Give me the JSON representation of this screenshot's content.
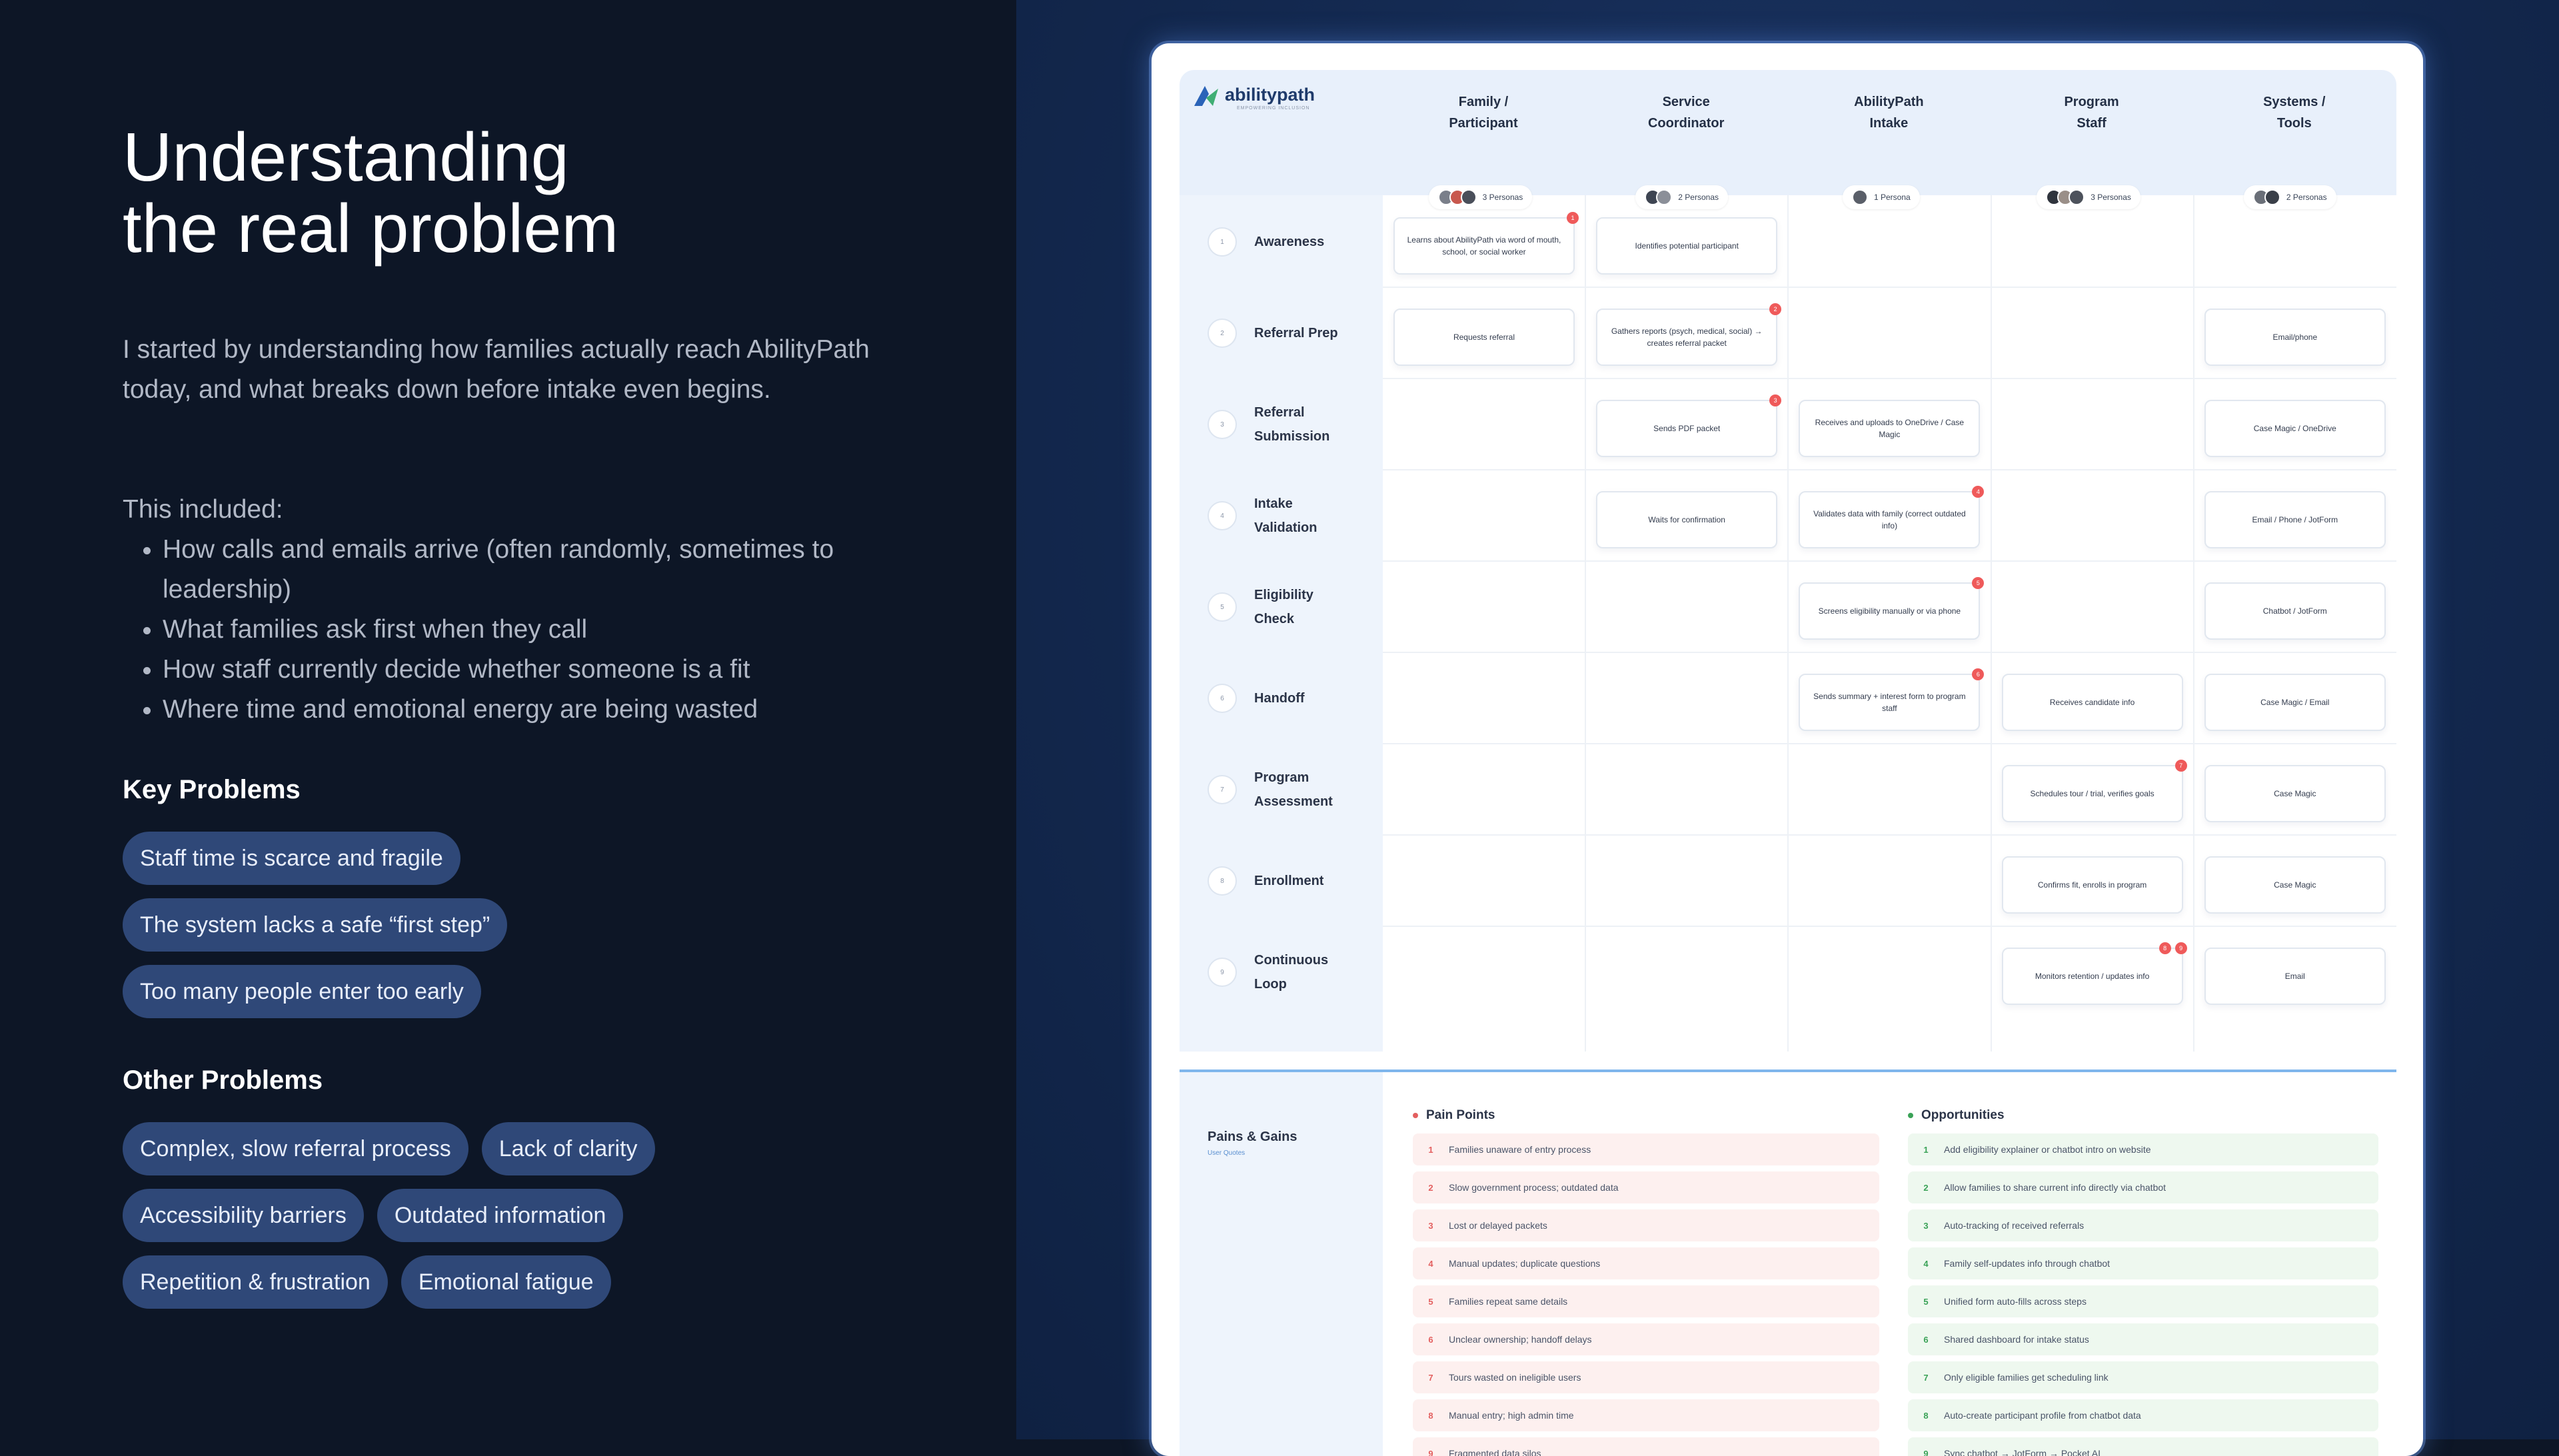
{
  "left": {
    "title_line1": "Understanding",
    "title_line2": "the real problem",
    "intro": "I started by understanding how families actually reach AbilityPath today, and what breaks down before intake even begins.",
    "included_label": "This included:",
    "included_items": [
      "How calls and emails arrive (often randomly, sometimes to leadership)",
      "What families ask first when they call",
      "How staff currently decide whether someone is a fit",
      "Where time and emotional energy are being wasted"
    ],
    "key_problems_title": "Key Problems",
    "key_problems": [
      "Staff time is scarce and fragile",
      "The system lacks a safe “first step”",
      "Too many people enter too early"
    ],
    "other_problems_title": "Other Problems",
    "other_problems": [
      "Complex, slow referral process",
      "Lack of clarity",
      "Accessibility barriers",
      "Outdated information",
      "Repetition & frustration",
      "Emotional fatigue"
    ]
  },
  "board": {
    "logo_text": "abilitypath",
    "logo_tagline": "EMPOWERING INCLUSION",
    "columns": [
      {
        "line1": "Family /",
        "line2": "Participant",
        "personas": "3 Personas",
        "avatar_colors": [
          "#7a7f8a",
          "#c8584e",
          "#4a4f5a"
        ]
      },
      {
        "line1": "Service",
        "line2": "Coordinator",
        "personas": "2 Personas",
        "avatar_colors": [
          "#3e4552",
          "#8b8f98"
        ]
      },
      {
        "line1": "AbilityPath",
        "line2": "Intake",
        "personas": "1 Persona",
        "avatar_colors": [
          "#5a5f69"
        ]
      },
      {
        "line1": "Program",
        "line2": "Staff",
        "personas": "3 Personas",
        "avatar_colors": [
          "#2f343d",
          "#9a8f88",
          "#4d525c"
        ]
      },
      {
        "line1": "Systems /",
        "line2": "Tools",
        "personas": "2 Personas",
        "avatar_colors": [
          "#6a6f78",
          "#3a3f48"
        ]
      }
    ],
    "stages": [
      {
        "num": "1",
        "label": "Awareness"
      },
      {
        "num": "2",
        "label": "Referral Prep"
      },
      {
        "num": "3",
        "label": "Referral\nSubmission"
      },
      {
        "num": "4",
        "label": "Intake\nValidation"
      },
      {
        "num": "5",
        "label": "Eligibility\nCheck"
      },
      {
        "num": "6",
        "label": "Handoff"
      },
      {
        "num": "7",
        "label": "Program\nAssessment"
      },
      {
        "num": "8",
        "label": "Enrollment"
      },
      {
        "num": "9",
        "label": "Continuous\nLoop"
      }
    ],
    "cells": [
      {
        "row": 0,
        "col": 0,
        "text": "Learns about AbilityPath via word of mouth, school, or social worker",
        "badges": [
          "1"
        ]
      },
      {
        "row": 0,
        "col": 1,
        "text": "Identifies potential participant",
        "badges": []
      },
      {
        "row": 1,
        "col": 0,
        "text": "Requests referral",
        "badges": []
      },
      {
        "row": 1,
        "col": 1,
        "text": "Gathers reports (psych, medical, social) → creates referral packet",
        "badges": [
          "2"
        ]
      },
      {
        "row": 1,
        "col": 4,
        "text": "Email/phone",
        "badges": []
      },
      {
        "row": 2,
        "col": 1,
        "text": "Sends PDF packet",
        "badges": [
          "3"
        ]
      },
      {
        "row": 2,
        "col": 2,
        "text": "Receives and uploads to OneDrive / Case Magic",
        "badges": []
      },
      {
        "row": 2,
        "col": 4,
        "text": "Case Magic / OneDrive",
        "badges": []
      },
      {
        "row": 3,
        "col": 1,
        "text": "Waits for confirmation",
        "badges": []
      },
      {
        "row": 3,
        "col": 2,
        "text": "Validates data with family (correct outdated info)",
        "badges": [
          "4"
        ]
      },
      {
        "row": 3,
        "col": 4,
        "text": "Email / Phone / JotForm",
        "badges": []
      },
      {
        "row": 4,
        "col": 2,
        "text": "Screens eligibility manually or via phone",
        "badges": [
          "5"
        ]
      },
      {
        "row": 4,
        "col": 4,
        "text": "Chatbot / JotForm",
        "badges": []
      },
      {
        "row": 5,
        "col": 2,
        "text": "Sends summary + interest form to program staff",
        "badges": [
          "6"
        ]
      },
      {
        "row": 5,
        "col": 3,
        "text": "Receives candidate info",
        "badges": []
      },
      {
        "row": 5,
        "col": 4,
        "text": "Case Magic / Email",
        "badges": []
      },
      {
        "row": 6,
        "col": 3,
        "text": "Schedules tour / trial, verifies goals",
        "badges": [
          "7"
        ]
      },
      {
        "row": 6,
        "col": 4,
        "text": "Case Magic",
        "badges": []
      },
      {
        "row": 7,
        "col": 3,
        "text": "Confirms fit, enrolls in program",
        "badges": []
      },
      {
        "row": 7,
        "col": 4,
        "text": "Case Magic",
        "badges": []
      },
      {
        "row": 8,
        "col": 3,
        "text": "Monitors retention / updates info",
        "badges": [
          "8",
          "9"
        ]
      },
      {
        "row": 8,
        "col": 4,
        "text": "Email",
        "badges": []
      }
    ],
    "pains_title": "Pains & Gains",
    "pains_subtitle": "User Quotes",
    "pain_points_title": "Pain Points",
    "pain_points": [
      "Families unaware of entry process",
      "Slow government process; outdated data",
      "Lost or delayed packets",
      "Manual updates; duplicate questions",
      "Families repeat same details",
      "Unclear ownership; handoff delays",
      "Tours wasted on ineligible users",
      "Manual entry; high admin time",
      "Fragmented data silos"
    ],
    "opportunities_title": "Opportunities",
    "opportunities": [
      "Add eligibility explainer or chatbot intro on website",
      "Allow families to share current info directly via chatbot",
      "Auto-tracking of received referrals",
      "Family self-updates info through chatbot",
      "Unified form auto-fills across steps",
      "Shared dashboard for intake status",
      "Only eligible families get scheduling link",
      "Auto-create participant profile from chatbot data",
      "Sync chatbot → JotForm → Pocket AI"
    ],
    "colors": {
      "pain_bullet": "#e35f5f",
      "opp_bullet": "#3aa257",
      "badge": "#ef5a5a",
      "accent_line": "#7fb6ec"
    }
  }
}
